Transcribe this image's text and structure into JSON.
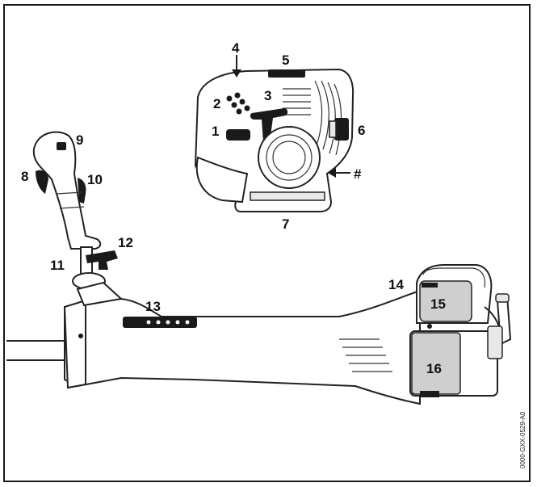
{
  "diagram": {
    "labels": [
      "1",
      "2",
      "3",
      "4",
      "5",
      "6",
      "7",
      "#",
      "8",
      "9",
      "10",
      "11",
      "12",
      "13",
      "14",
      "15",
      "16"
    ],
    "part_code": "0000-GXX-0529-A0"
  },
  "colors": {
    "line": "#222222",
    "fill": "#ffffff",
    "shade": "#cfcfcf",
    "frame": "#1a1a1a"
  }
}
